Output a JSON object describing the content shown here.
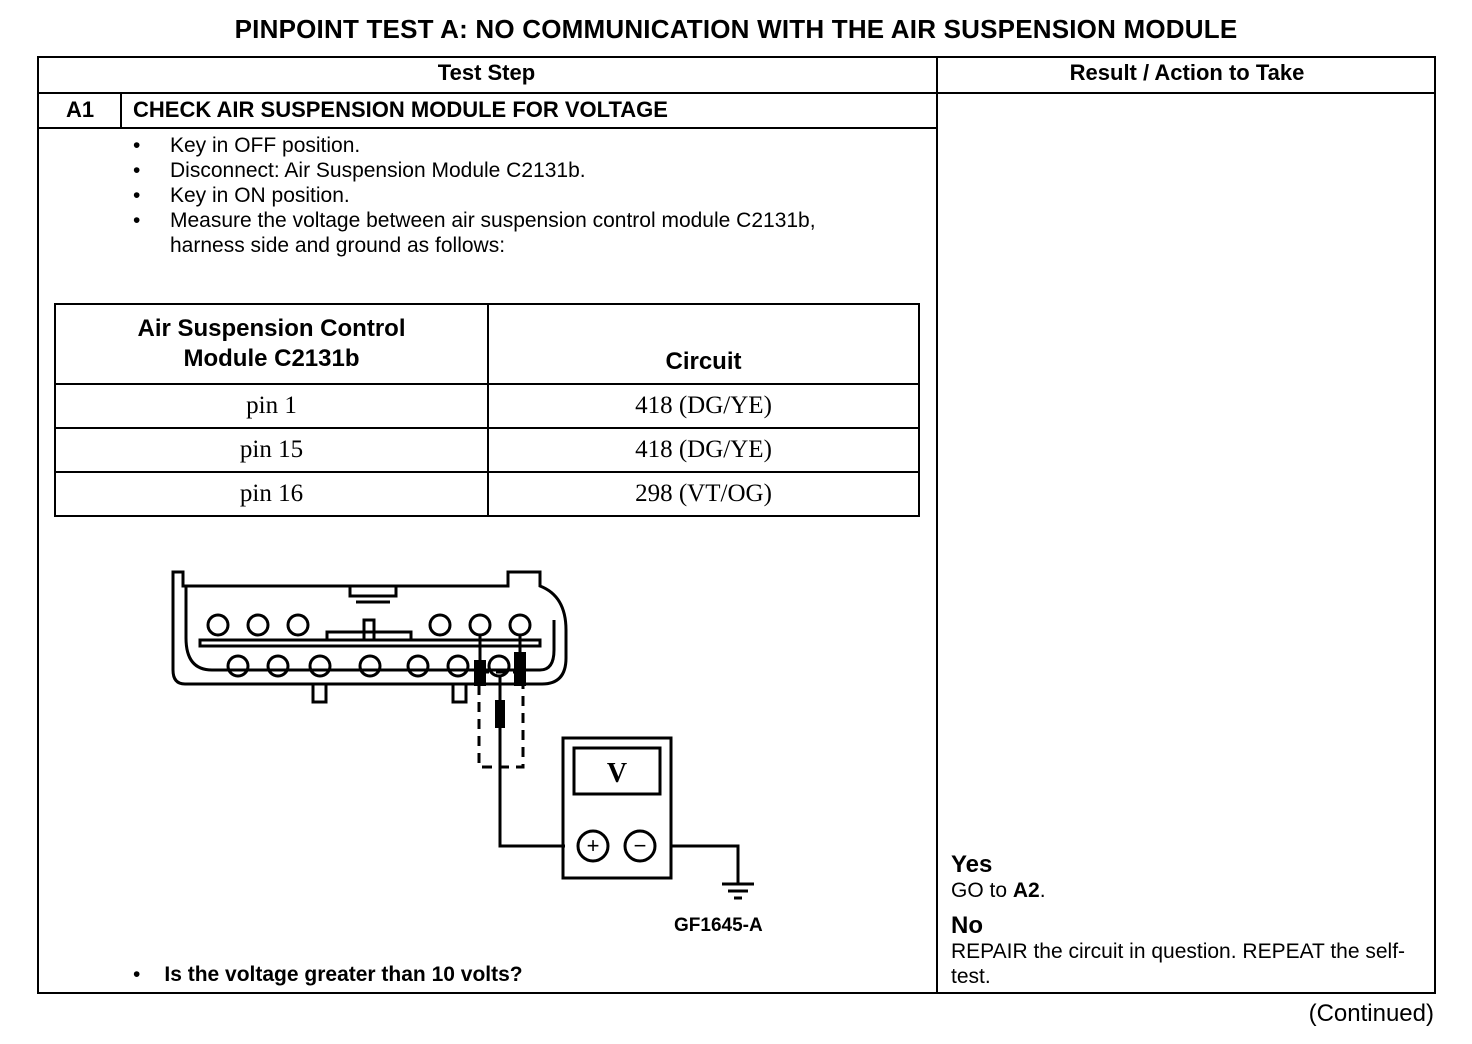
{
  "title": "PINPOINT TEST  A: NO COMMUNICATION WITH THE AIR SUSPENSION MODULE",
  "columns": {
    "test_step": "Test Step",
    "result": "Result / Action to Take"
  },
  "step": {
    "id": "A1",
    "title": "CHECK AIR SUSPENSION MODULE FOR VOLTAGE",
    "instructions": [
      "Key in OFF position.",
      "Disconnect: Air Suspension Module C2131b.",
      "Key in ON position.",
      "Measure the voltage between air suspension control module C2131b, harness side and ground as follows:"
    ],
    "pin_table": {
      "headers": [
        "Air Suspension Control Module C2131b",
        "Circuit"
      ],
      "rows": [
        [
          "pin 1",
          "418 (DG/YE)"
        ],
        [
          "pin 15",
          "418 (DG/YE)"
        ],
        [
          "pin 16",
          "298 (VT/OG)"
        ]
      ]
    },
    "figure": {
      "label": "GF1645-A",
      "meter_display": "V",
      "plus_symbol": "+",
      "minus_symbol": "−",
      "icons": [
        "connector-diagram",
        "voltmeter-icon",
        "ground-icon",
        "test-probe-icon"
      ]
    },
    "question": "Is the voltage greater than 10 volts?"
  },
  "results": [
    {
      "answer": "Yes",
      "action_prefix": "GO to ",
      "action_bold": "A2",
      "action_suffix": "."
    },
    {
      "answer": "No",
      "action": "REPAIR the circuit in question. REPEAT the self-test."
    }
  ],
  "continued": "(Continued)"
}
